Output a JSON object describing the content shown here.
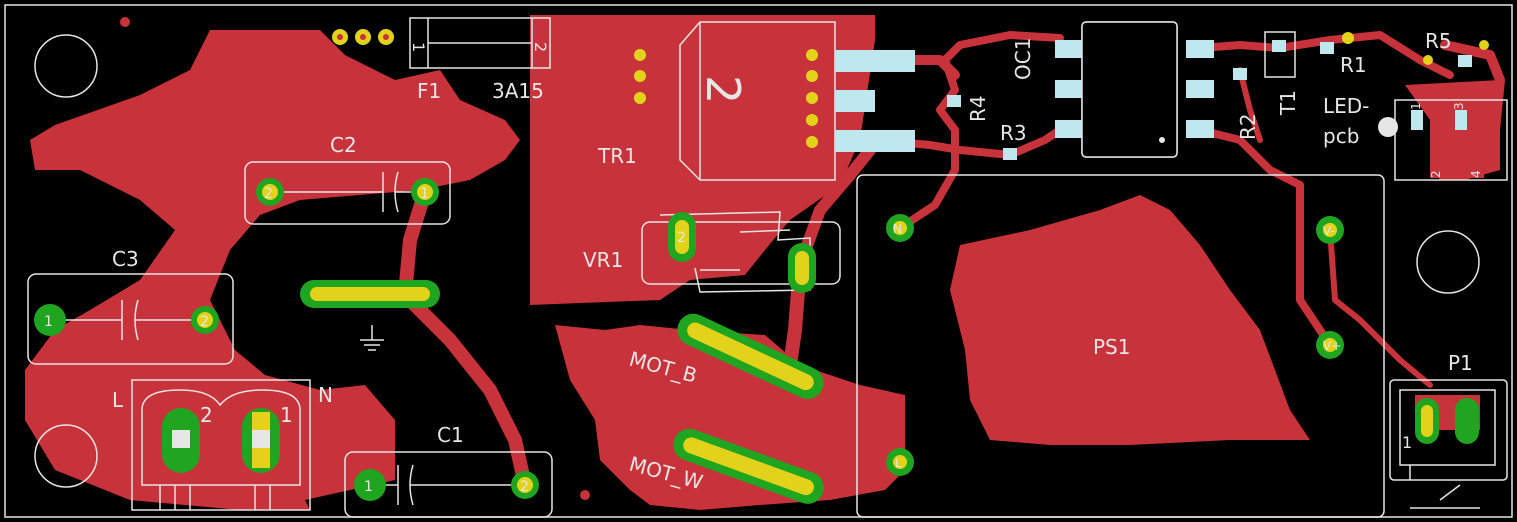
{
  "colors": {
    "background": "#000000",
    "copper": "#c8323a",
    "silkscreen": "#e6e6e6",
    "pad_green": "#1fa51f",
    "pad_yellow": "#e3d21a",
    "smd_pad": "#bfe8ee"
  },
  "labels": {
    "f1": "F1",
    "fuse_value": "3A15",
    "fuse_pin1": "1",
    "fuse_pin2": "2",
    "c2": "C2",
    "c3": "C3",
    "c1": "C1",
    "c3_pin1": "1",
    "c3_pin2": "2",
    "c2_pin1": "2",
    "c2_pin2": "1",
    "c1_pin1": "1",
    "c1_pin2": "2",
    "tr1": "TR1",
    "tr1_num": "2",
    "vr1": "VR1",
    "vr1_pin": "2",
    "mot_b": "MOT_B",
    "mot_w": "MOT_W",
    "ps1": "PS1",
    "oc1": "OC1",
    "r1": "R1",
    "r2": "R2",
    "r3": "R3",
    "r4": "R4",
    "r5": "R5",
    "t1": "T1",
    "led_line1": "LED-",
    "led_line2": "pcb",
    "led_pin1": "1",
    "led_pin2": "2",
    "led_pin3": "3",
    "led_pin4": "4",
    "p1": "P1",
    "p1_pin": "1",
    "term_l": "L",
    "term_n": "N",
    "term_pin2": "2",
    "term_pin1": "1",
    "ps_pin_n": "N",
    "ps_pin_l": "L",
    "ps_pin_vplus": "V+",
    "ps_pin_vminus": "V-"
  }
}
